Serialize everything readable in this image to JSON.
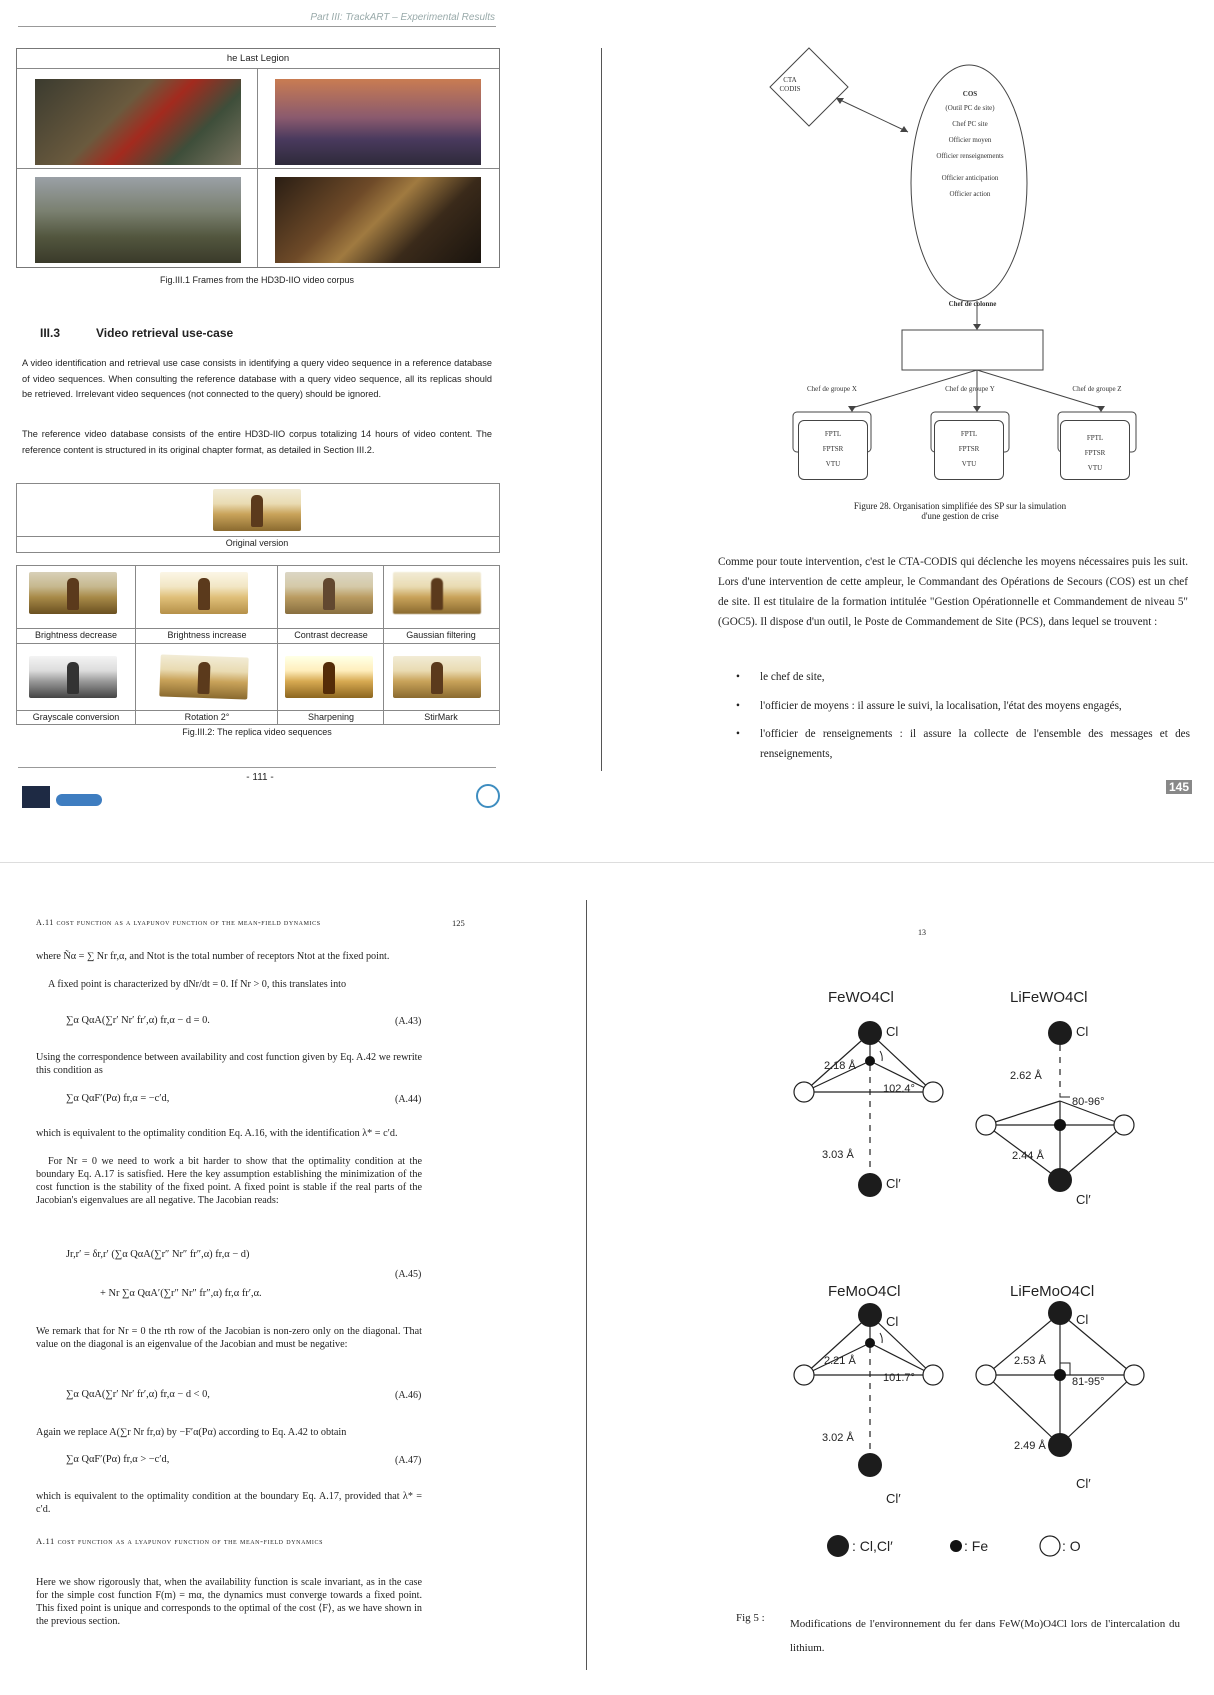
{
  "page1": {
    "header": "Part III: TrackART – Experimental Results",
    "frames_title": "he Last Legion",
    "fig1_caption": "Fig.III.1 Frames from the HD3D-IIO video corpus",
    "section_number": "III.3",
    "section_title": "Video retrieval use-case",
    "para1": "A video identification and retrieval use case consists in identifying a query video sequence in a reference database of video sequences. When consulting the reference database with a query video sequence, all its replicas should be retrieved. Irrelevant video sequences (not connected to the query) should be ignored.",
    "para2": "The reference video database consists of the entire HD3D-IIO corpus totalizing 14 hours of video content. The reference content is structured in its original chapter format, as detailed in Section III.2.",
    "original_label": "Original version",
    "replicas_row1": [
      "Brightness decrease",
      "Brightness increase",
      "Contrast decrease",
      "Gaussian filtering"
    ],
    "replicas_row2": [
      "Grayscale conversion",
      "Rotation 2°",
      "Sharpening",
      "StirMark"
    ],
    "fig2_caption": "Fig.III.2: The replica video sequences",
    "page_number": "- 111 -"
  },
  "page2": {
    "cta": "CTA\nCODIS",
    "cos_title": "COS",
    "cos_lines": [
      "(Outil PC de site)",
      "Chef PC site",
      "Officier moyen",
      "Officier renseignements",
      "Officier anticipation",
      "Officier action"
    ],
    "chef_colonne": "Chef de colonne",
    "groups": [
      "Chef de groupe X",
      "Chef de groupe Y",
      "Chef de groupe Z"
    ],
    "group_items": [
      "FPTL",
      "FPTSR",
      "VTU"
    ],
    "caption_line1": "Figure 28. Organisation simplifiée des SP sur la simulation",
    "caption_line2": "d'une gestion de crise",
    "paragraph": "Comme pour toute intervention, c'est le CTA-CODIS qui déclenche les moyens nécessaires puis les suit. Lors d'une intervention de cette ampleur, le Commandant des Opérations de Secours (COS) est un chef de site. Il est titulaire de la formation intitulée \"Gestion Opérationnelle et Commandement de niveau 5\" (GOC5). Il dispose d'un outil, le Poste de Commandement de Site (PCS), dans lequel se trouvent :",
    "bullets": [
      "le chef de site,",
      "l'officier de moyens : il assure le suivi, la localisation, l'état des moyens engagés,",
      "l'officier de renseignements : il assure la collecte de l'ensemble des messages et des renseignements,"
    ],
    "page_number": "145"
  },
  "page3": {
    "header": "A.11 cost function as a lyapunov function of the mean-field dynamics",
    "header_page": "125",
    "t1": "where Ñα = ∑ Nr fr,α, and Ntot is the total number of receptors Ntot at the fixed point.",
    "t2": "A fixed point is characterized by dNr/dt = 0. If Nr > 0, this translates into",
    "eq43": "∑α QαA(∑r′ Nr′ fr′,α) fr,α − d = 0.",
    "eq43_num": "(A.43)",
    "t3": "Using the correspondence between availability and cost function given by Eq. A.42 we rewrite this condition as",
    "eq44": "∑α QαF′(Pα) fr,α = −c′d,",
    "eq44_num": "(A.44)",
    "t4": "which is equivalent to the optimality condition Eq. A.16, with the identification λ* = c′d.",
    "t5": "For Nr = 0 we need to work a bit harder to show that the optimality condition at the boundary Eq. A.17 is satisfied. Here the key assumption establishing the minimization of the cost function is the stability of the fixed point. A fixed point is stable if the real parts of the Jacobian's eigenvalues are all negative. The Jacobian reads:",
    "eq45a": "Jr,r′ = δr,r′ (∑α QαA(∑r″ Nr″ fr″,α) fr,α − d)",
    "eq45b": "+ Nr ∑α QαA′(∑r″ Nr″ fr″,α) fr,α fr′,α.",
    "eq45_num": "(A.45)",
    "t6": "We remark that for Nr = 0 the rth row of the Jacobian is non-zero only on the diagonal. That value on the diagonal is an eigenvalue of the Jacobian and must be negative:",
    "eq46": "∑α QαA(∑r′ Nr′ fr′,α) fr,α − d < 0,",
    "eq46_num": "(A.46)",
    "t7": "Again we replace A(∑r Nr fr,α) by −F′α(Pα) according to Eq. A.42 to obtain",
    "eq47": "∑α QαF′(Pα) fr,α > −c′d,",
    "eq47_num": "(A.47)",
    "t8": "which is equivalent to the optimality condition at the boundary Eq. A.17, provided that λ* = c′d.",
    "section": "A.11 cost function as a lyapunov function of the mean-field dynamics",
    "t9": "Here we show rigorously that, when the availability function is scale invariant, as in the case for the simple cost function F(m) = mα, the dynamics must converge towards a fixed point. This fixed point is unique and corresponds to the optimal of the cost ⟨F⟩, as we have shown in the previous section."
  },
  "page4": {
    "page_number": "13",
    "labels": {
      "fewo4cl": "FeWO4Cl",
      "lifewo4cl": "LiFeWO4Cl",
      "femoo4cl": "FeMoO4Cl",
      "lifemoo4cl": "LiFeMoO4Cl",
      "cl": "Cl",
      "clp": "Cl′"
    },
    "d1": "2.18 Å",
    "a1": "102.4°",
    "d2": "3.03 Å",
    "d3": "2.62 Å",
    "a2": "80-96°",
    "d4": "2.44 Å",
    "d5": "2.21 Å",
    "a3": "101.7°",
    "d6": "3.02 Å",
    "d7": "2.53 Å",
    "a4": "81-95°",
    "d8": "2.49 Å",
    "legend_cl": ": Cl,Cl′",
    "legend_fe": ": Fe",
    "legend_o": ": O",
    "caption_label": "Fig 5 :",
    "caption_text": "Modifications de l'environnement du fer dans FeW(Mo)O4Cl lors de l'intercalation du lithium."
  }
}
